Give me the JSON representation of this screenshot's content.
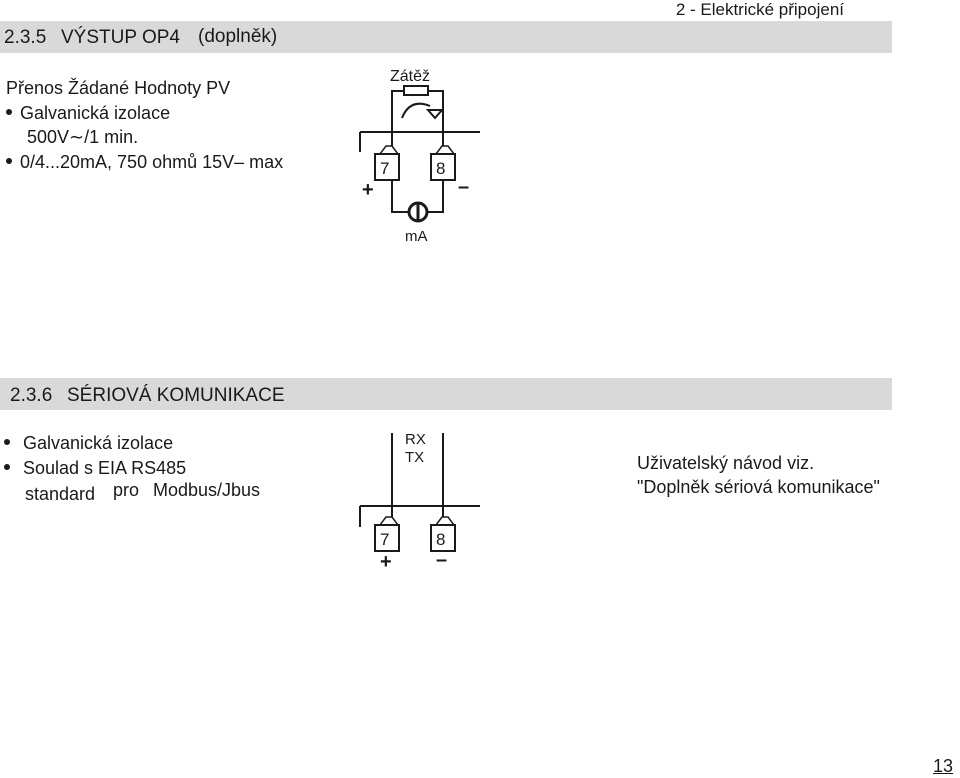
{
  "header": {
    "chapter": "2 - Elektrické připojení"
  },
  "section1": {
    "number": "2.3.5",
    "title": "VÝSTUP OP4",
    "note": "(doplněk)",
    "heading": "Přenos Žádané Hodnoty PV",
    "bullet1": "Galvanická izolace",
    "bullet1_cont": "500V∼/1 min.",
    "bullet2": "0/4...20mA, 750 ohmů 15V– max",
    "diagram": {
      "load_label": "Zátěž",
      "terminal_left": "7",
      "terminal_right": "8",
      "plus": "+",
      "minus": "–",
      "meter_label": "mA"
    }
  },
  "section2": {
    "number": "2.3.6",
    "title": "SÉRIOVÁ KOMUNIKACE",
    "bullet1": "Galvanická izolace",
    "bullet2": "Soulad s EIA RS485",
    "bullet2_cont_a": "standard",
    "bullet2_cont_b": "pro",
    "bullet2_cont_c": "Modbus/Jbus",
    "note_line1": "Uživatelský návod viz.",
    "note_line2": "\"Doplněk sériová komunikace\"",
    "diagram": {
      "rx": "RX",
      "tx": "TX",
      "terminal_left": "7",
      "terminal_right": "8",
      "plus": "+",
      "minus": "–"
    }
  },
  "footer": {
    "page_number": "13"
  }
}
